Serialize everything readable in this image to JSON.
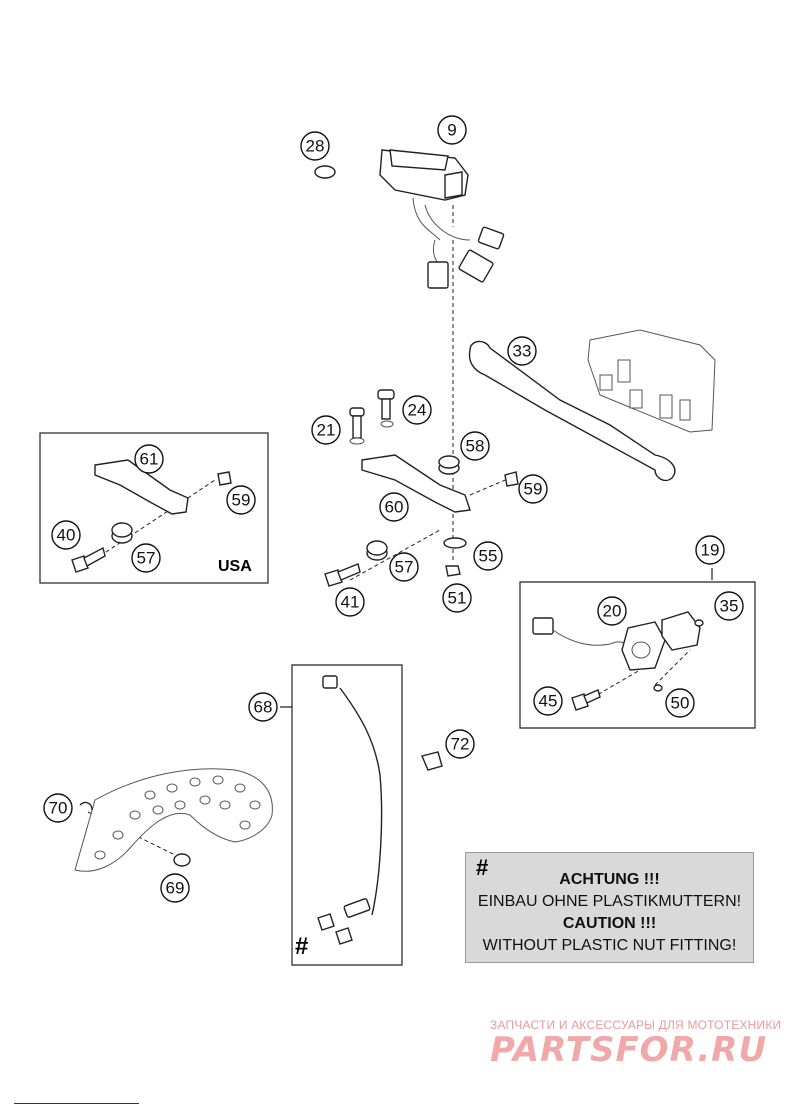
{
  "callouts": {
    "c9": "9",
    "c28": "28",
    "c33": "33",
    "c21": "21",
    "c24": "24",
    "c58": "58",
    "c61": "61",
    "c59a": "59",
    "c59b": "59",
    "c60": "60",
    "c40": "40",
    "c57a": "57",
    "c57b": "57",
    "c55": "55",
    "c41": "41",
    "c51": "51",
    "c19": "19",
    "c20": "20",
    "c35": "35",
    "c45": "45",
    "c50": "50",
    "c68": "68",
    "c72": "72",
    "c70": "70",
    "c69": "69"
  },
  "labels": {
    "usa": "USA",
    "hash_mark": "#"
  },
  "note": {
    "hash": "#",
    "line1": "ACHTUNG !!!",
    "line2": "EINBAU OHNE PLASTIKMUTTERN!",
    "line3": "CAUTION !!!",
    "line4": "WITHOUT PLASTIC NUT FITTING!"
  },
  "watermark": {
    "line1": "ЗАПЧАСТИ И АКСЕССУАРЫ ДЛЯ МОТОТЕХНИКИ",
    "line2": "PARTSFOR.RU"
  },
  "colors": {
    "note_bg": "#d9d9d9",
    "watermark": "#f0a8a8"
  }
}
